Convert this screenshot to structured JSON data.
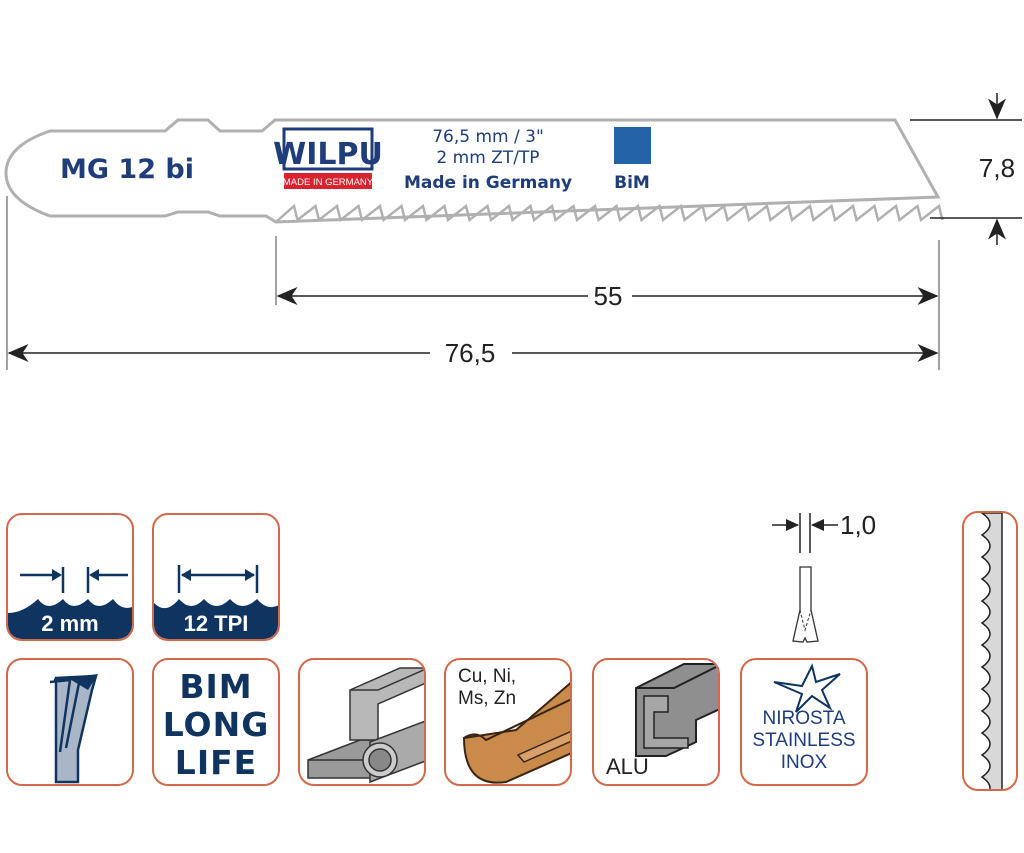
{
  "blade": {
    "model": "MG 12 bi",
    "brand": "WILPU",
    "brand_tagline": "MADE IN GERMANY",
    "spec_line1": "76,5 mm / 3\"",
    "spec_line2": "2 mm ZT/TP",
    "spec_line3": "Made in Germany",
    "material_badge": "BiM",
    "colors": {
      "brand_blue": "#1e3d7a",
      "badge_blue": "#2563a8",
      "tagline_red": "#d9232e",
      "outline": "#b0b0b0"
    }
  },
  "dimensions": {
    "height": "7,8",
    "tooth_length": "55",
    "total_length": "76,5",
    "thickness": "1,0"
  },
  "icons": {
    "tooth_pitch": "2 mm",
    "tpi": "12 TPI",
    "bim_long_life": [
      "BIM",
      "LONG",
      "LIFE"
    ],
    "nonferrous": [
      "Cu, Ni,",
      "Ms, Zn"
    ],
    "alu": "ALU",
    "stainless": [
      "NIROSTA",
      "STAINLESS",
      "INOX"
    ],
    "colors": {
      "tile_border": "#d2694a",
      "icon_navy": "#0f3460"
    }
  }
}
